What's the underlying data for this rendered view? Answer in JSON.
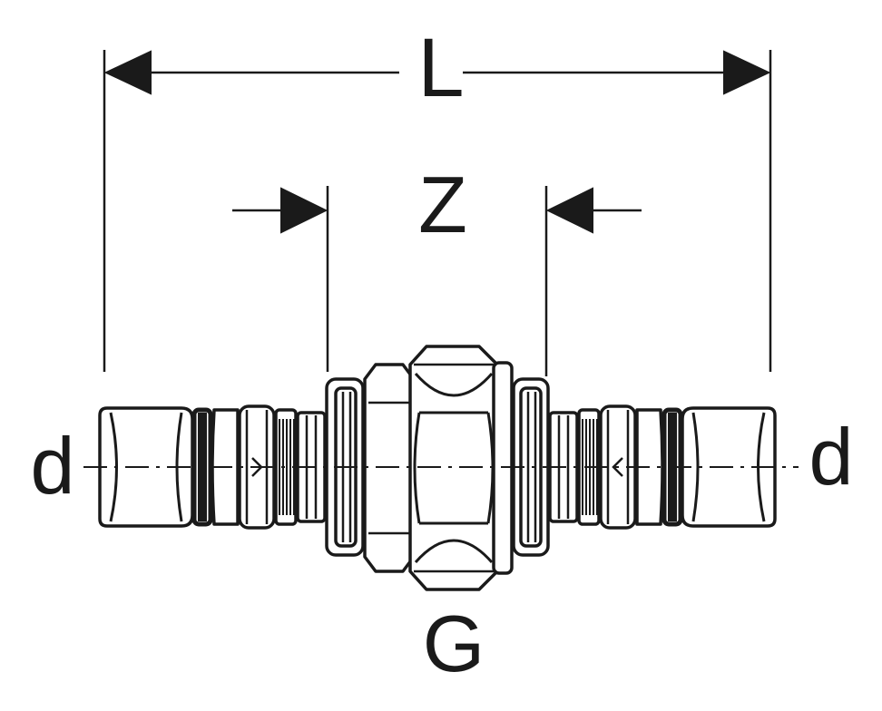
{
  "labels": {
    "length": "L",
    "insertion": "Z",
    "diameter_left": "d",
    "diameter_right": "d",
    "thread": "G"
  },
  "colors": {
    "line": "#1a1a1a",
    "background": "#ffffff"
  }
}
